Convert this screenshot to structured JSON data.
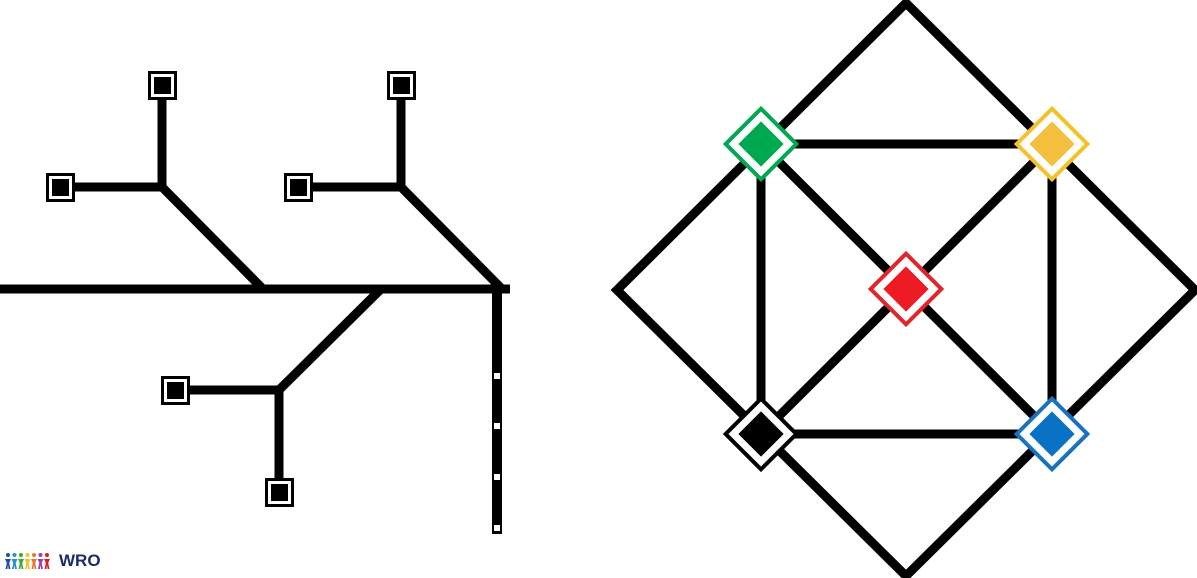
{
  "logo": {
    "text": "WRO",
    "figure_colors": [
      "#1f4fa0",
      "#2a8fd0",
      "#3aaa35",
      "#f2c12e",
      "#e8772e",
      "#9b3fb0",
      "#d81f26"
    ]
  },
  "left_diagram": {
    "line_color": "#000000",
    "terminal_count": 6,
    "dash_marker_count": 4
  },
  "right_diagram": {
    "line_color": "#000000",
    "nodes": [
      {
        "name": "green-node",
        "color": "#00a84f",
        "border": "#00a84f"
      },
      {
        "name": "yellow-node",
        "color": "#f3bf3f",
        "border": "#f3c12a"
      },
      {
        "name": "red-node",
        "color": "#ed1c24",
        "border": "#e1262b"
      },
      {
        "name": "black-node",
        "color": "#000000",
        "border": "#000000"
      },
      {
        "name": "blue-node",
        "color": "#0a72c4",
        "border": "#1872c0"
      }
    ]
  }
}
